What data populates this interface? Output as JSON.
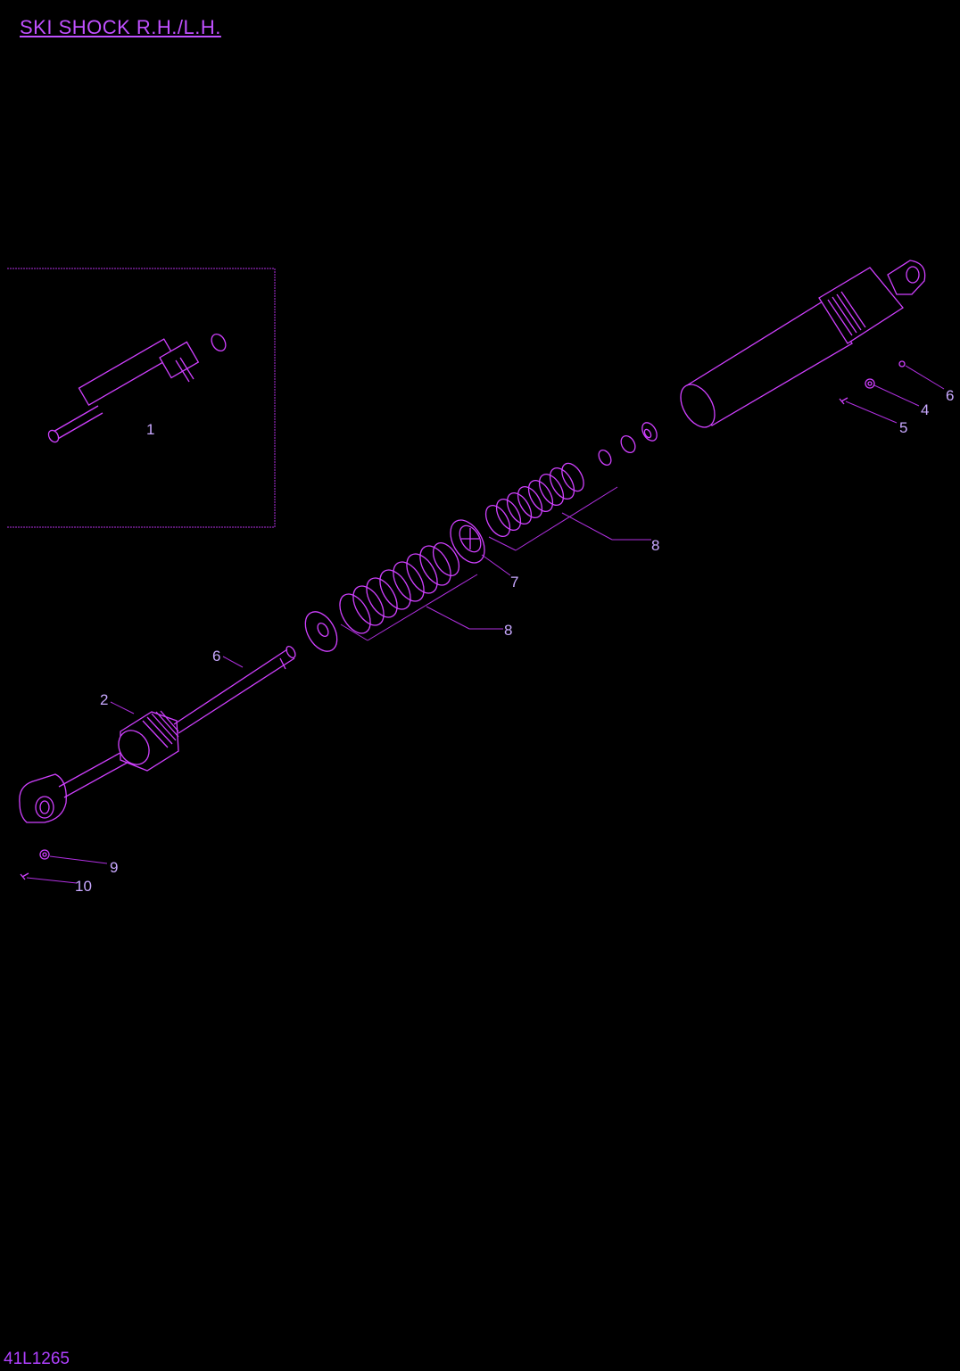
{
  "header": {
    "title": "SKI SHOCK R.H./L.H."
  },
  "footer": {
    "drawing_number": "41L1265"
  },
  "callouts": {
    "c1": "1",
    "c2": "2",
    "c4": "4",
    "c5": "5",
    "c6a": "6",
    "c6b": "6",
    "c7": "7",
    "c8a": "8",
    "c8b": "8",
    "c9": "9",
    "c10": "10"
  },
  "colors": {
    "background": "#000000",
    "line": "#d040ff",
    "text": "#c8a8ff"
  }
}
